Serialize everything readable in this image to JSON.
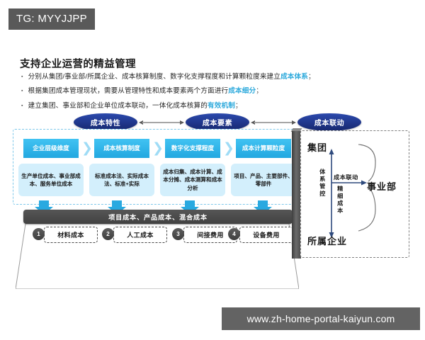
{
  "badge": {
    "text": "TG: MYYJJPP"
  },
  "slide": {
    "title": "支持企业运营的精益管理",
    "bullets": [
      {
        "mark": "▪",
        "text": "分别从集团/事业部/所属企业、成本核算制度、数字化支撑程度和计算颗粒度来建立",
        "highlight": "成本体系",
        "tail": "；"
      },
      {
        "mark": "▪",
        "text": "根据集团成本管理现状，需要从管理特性和成本要素两个方面进行",
        "highlight": "成本细分",
        "tail": "；"
      },
      {
        "mark": "▪",
        "text": "建立集团、事业部和企业单位成本联动，一体化成本核算的",
        "highlight": "有效机制",
        "tail": "；"
      }
    ]
  },
  "pills": [
    {
      "label": "成本特性"
    },
    {
      "label": "成本要素"
    },
    {
      "label": "成本联动"
    }
  ],
  "stages": [
    {
      "head": "企业层级维度",
      "body": "生产单位成本、事业部成本、服务单位成本"
    },
    {
      "head": "成本核算制度",
      "body": "标准成本法、实际成本法、标准+实际"
    },
    {
      "head": "数字化支撑程度",
      "body": "成本归集、成本计算、成本分摊、成本测算和成本分析"
    },
    {
      "head": "成本计算颗粒度",
      "body": "项目、产品、主要部件、零部件"
    }
  ],
  "chevron_glyph": "❯",
  "dark_bar": {
    "label": "项目成本、产品成本、混合成本"
  },
  "cost_items": [
    {
      "num": "1",
      "label": "材料成本"
    },
    {
      "num": "2",
      "label": "人工成本"
    },
    {
      "num": "3",
      "label": "间接费用"
    },
    {
      "num": "4",
      "label": "设备费用"
    }
  ],
  "right_panel": {
    "group": "集团",
    "company": "所属企业",
    "division": "事业部",
    "vertical_control": "体系管控",
    "vertical_fine": "精细成本",
    "linkage_label": "成本联动"
  },
  "watermark": {
    "text": "www.zh-home-portal-kaiyun.com"
  },
  "colors": {
    "badge_bg": "#595959",
    "pill_blue": "#1f3a93",
    "stage_head_blue": "#31b7ec",
    "stage_body_blue": "#d3effc",
    "arrow_blue": "#29a9e0",
    "highlight_cyan": "#2eaadc",
    "dark_gray": "#4a4a4a",
    "watermark_bg": "#636363"
  }
}
